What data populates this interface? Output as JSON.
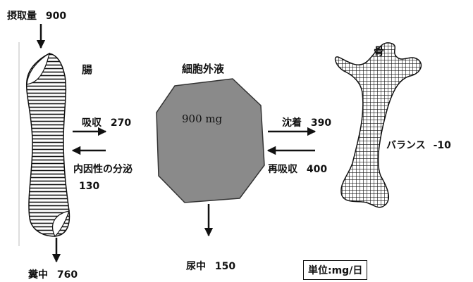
{
  "intake": {
    "label": "摂取量",
    "value": "900"
  },
  "intestine": {
    "label": "腸"
  },
  "ecf": {
    "label": "細胞外液",
    "amount": "900 mg"
  },
  "bone": {
    "label": "骨",
    "balance_label": "バランス",
    "balance_value": "-10"
  },
  "absorption": {
    "label": "吸収",
    "value": "270"
  },
  "endogenous": {
    "label": "内因性の分泌",
    "value": "130"
  },
  "deposition": {
    "label": "沈着",
    "value": "390"
  },
  "resorption": {
    "label": "再吸収",
    "value": "400"
  },
  "feces": {
    "label": "糞中",
    "value": "760"
  },
  "urine": {
    "label": "尿中",
    "value": "150"
  },
  "unit": {
    "label": "単位:mg/日"
  },
  "colors": {
    "ecf_fill": "#8a8a8a",
    "ink": "#111111"
  }
}
